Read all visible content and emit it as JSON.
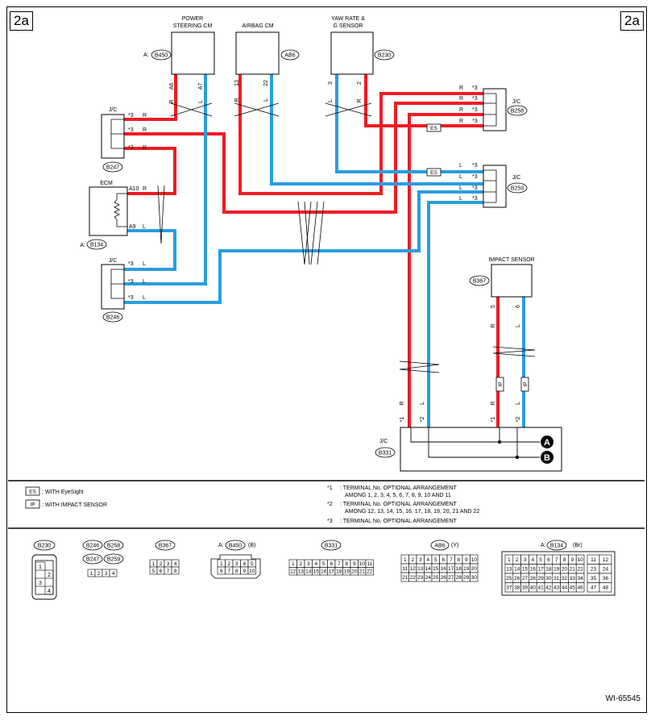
{
  "corner_label": "2a",
  "figure_id": "WI-65545",
  "colors": {
    "red_wire": "#ee1c24",
    "blue_wire": "#2a9de0",
    "line": "#000000"
  },
  "units": {
    "power_steering": {
      "name_line1": "POWER",
      "name_line2": "STEERING CM",
      "prefix": "A:",
      "connector": "B450",
      "pins": [
        "A6",
        "A7"
      ],
      "wire_colors": [
        "R",
        "L"
      ]
    },
    "airbag": {
      "name": "AIRBAG CM",
      "connector": "AB6",
      "pins": [
        "13",
        "22"
      ],
      "wire_colors": [
        "R",
        "L"
      ]
    },
    "yaw": {
      "name_line1": "YAW RATE &",
      "name_line2": "G SENSOR",
      "connector": "B230",
      "pins": [
        "3",
        "2"
      ],
      "wire_colors": [
        "L",
        "R"
      ]
    },
    "ecm": {
      "name": "ECM",
      "prefix": "A:",
      "connector": "B134",
      "pins": [
        "A10",
        "A9"
      ],
      "wire_colors": [
        "R",
        "L"
      ]
    },
    "impact": {
      "name": "IMPACT SENSOR",
      "connector": "B367",
      "pins": [
        "5",
        "6"
      ],
      "wire_colors": [
        "R",
        "L"
      ],
      "option_tag": "IP"
    }
  },
  "jcs": {
    "b247": {
      "label": "J/C",
      "connector": "B247",
      "rows": [
        {
          "star": "*3",
          "color": "R"
        },
        {
          "star": "*3",
          "color": "R"
        },
        {
          "star": "*3",
          "color": "R"
        }
      ]
    },
    "b246": {
      "label": "J/C",
      "connector": "B246",
      "rows": [
        {
          "star": "*3",
          "color": "L"
        },
        {
          "star": "*3",
          "color": "L"
        },
        {
          "star": "*3",
          "color": "L"
        }
      ]
    },
    "b258": {
      "label": "J/C",
      "connector": "B258",
      "rows": [
        {
          "color": "R",
          "star": "*3"
        },
        {
          "color": "R",
          "star": "*3"
        },
        {
          "color": "R",
          "star": "*3"
        },
        {
          "color": "R",
          "star": "*3"
        }
      ]
    },
    "b259": {
      "label": "J/C",
      "connector": "B259",
      "rows": [
        {
          "color": "L",
          "star": "*3"
        },
        {
          "color": "L",
          "star": "*3"
        },
        {
          "color": "L",
          "star": "*3"
        },
        {
          "color": "L",
          "star": "*3"
        }
      ]
    },
    "b331": {
      "label": "J/C",
      "connector": "B331",
      "pins": [
        "*1",
        "*2",
        "*1",
        "*2"
      ],
      "wire_colors": [
        "R",
        "L",
        "R",
        "L"
      ],
      "points": [
        "A",
        "B"
      ]
    }
  },
  "option_tags": {
    "es": "ES",
    "ip": "IP"
  },
  "legend": {
    "es_text": ": WITH EyeSight",
    "ip_text": ": WITH IMPACT SENSOR",
    "notes": [
      {
        "mark": "*1",
        "line1": ": TERMINAL No. OPTIONAL ARRANGEMENT",
        "line2": "AMONG 1, 2, 3, 4, 5, 6, 7, 8, 9, 10 AND 11"
      },
      {
        "mark": "*2",
        "line1": ": TERMINAL No. OPTIONAL ARRANGEMENT",
        "line2": "AMONG 12, 13, 14, 15, 16, 17, 18, 19, 20, 21 AND 22"
      },
      {
        "mark": "*3",
        "line1": ": TERMINAL No. OPTIONAL ARRANGEMENT",
        "line2": ""
      }
    ]
  },
  "connector_views": {
    "b230": {
      "label": "B230",
      "pins": [
        "1",
        "2",
        "3",
        "4"
      ]
    },
    "group1": {
      "labels": [
        "B246",
        "B258",
        "B247",
        "B259"
      ],
      "pins": [
        "1",
        "2",
        "3",
        "4"
      ]
    },
    "b367": {
      "label": "B367",
      "pins": [
        "1",
        "2",
        "3",
        "4",
        "5",
        "6",
        "7",
        "8"
      ]
    },
    "b450": {
      "prefix": "A:",
      "label": "B450",
      "suffix": "(B)",
      "pins": [
        "1",
        "2",
        "3",
        "4",
        "5",
        "6",
        "7",
        "8",
        "9",
        "10"
      ]
    },
    "b331": {
      "label": "B331",
      "rows": [
        [
          "1",
          "2",
          "3",
          "4",
          "5",
          "6",
          "7",
          "8",
          "9",
          "10",
          "11"
        ],
        [
          "12",
          "13",
          "14",
          "15",
          "16",
          "17",
          "18",
          "19",
          "20",
          "21",
          "22"
        ]
      ]
    },
    "ab6": {
      "label": "AB6",
      "suffix": "(Y)",
      "rows": [
        [
          "1",
          "2",
          "3",
          "4",
          "5",
          "6",
          "7",
          "8",
          "9",
          "10"
        ],
        [
          "11",
          "12",
          "13",
          "14",
          "15",
          "16",
          "17",
          "18",
          "19",
          "20"
        ],
        [
          "21",
          "22",
          "23",
          "24",
          "25",
          "26",
          "27",
          "28",
          "29",
          "30"
        ]
      ]
    },
    "b134": {
      "prefix": "A:",
      "label": "B134",
      "suffix": "(Br)",
      "rows": [
        [
          "1",
          "2",
          "3",
          "4",
          "5",
          "6",
          "7",
          "8",
          "9",
          "10",
          "11",
          "12"
        ],
        [
          "13",
          "14",
          "15",
          "16",
          "17",
          "18",
          "19",
          "20",
          "21",
          "22",
          "23",
          "24"
        ],
        [
          "25",
          "26",
          "27",
          "28",
          "29",
          "30",
          "31",
          "32",
          "33",
          "34",
          "35",
          "36"
        ],
        [
          "37",
          "38",
          "39",
          "40",
          "41",
          "42",
          "43",
          "44",
          "45",
          "46",
          "47",
          "48"
        ]
      ]
    }
  }
}
